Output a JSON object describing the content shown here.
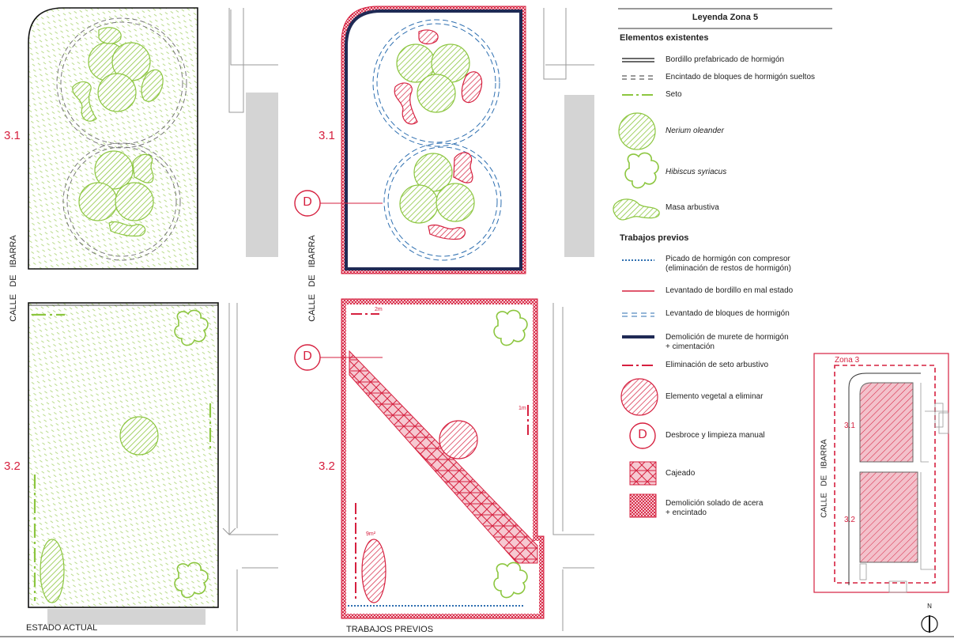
{
  "colors": {
    "red": "#d6203f",
    "navy": "#1f2a55",
    "green": "#8cc63f",
    "blue": "#2e6fb0",
    "gray": "#c8c8c8",
    "text": "#222222"
  },
  "plans": {
    "left_caption": "ESTADO ACTUAL",
    "right_caption": "TRABAJOS PREVIOS",
    "street": "CALLE   DE   IBARRA",
    "zone_31": "3.1",
    "zone_32": "3.2",
    "desbroce_marker": "D",
    "dim_2m": "2m",
    "dim_1m": "1m",
    "dim_9m2": "9m²"
  },
  "legend": {
    "title": "Leyenda Zona 5",
    "existing_heading": "Elementos existentes",
    "existing": [
      {
        "symbol": "double-line",
        "label": "Bordillo prefabricado de hormigón"
      },
      {
        "symbol": "dashed-double-line",
        "label": "Encintado de bloques de hormigón sueltos"
      },
      {
        "symbol": "green-dashdot-line",
        "label": "Seto"
      },
      {
        "symbol": "tree-circle",
        "label": "Nerium oleander"
      },
      {
        "symbol": "hibiscus-shrub",
        "label": "Hibiscus syriacus"
      },
      {
        "symbol": "shrub-mass",
        "label": "Masa arbustiva"
      }
    ],
    "works_heading": "Trabajos previos",
    "works": [
      {
        "symbol": "blue-dotted-line",
        "label": "Picado de hormigón con compresor",
        "label2": "(eliminación de restos de hormigón)"
      },
      {
        "symbol": "red-line",
        "label": "Levantado de bordillo en mal estado"
      },
      {
        "symbol": "blue-dashed-line",
        "label": "Levantado de bloques de hormigón"
      },
      {
        "symbol": "navy-thick-line",
        "label": "Demolición de murete de hormigón",
        "label2": "+ cimentación"
      },
      {
        "symbol": "red-dashdot-line",
        "label": "Eliminación de seto arbustivo"
      },
      {
        "symbol": "red-circle",
        "label": "Elemento vegetal a eliminar"
      },
      {
        "symbol": "d-circle",
        "label": "Desbroce y limpieza manual",
        "marker": "D"
      },
      {
        "symbol": "crosshatch-square",
        "label": "Cajeado"
      },
      {
        "symbol": "dense-hatch-square",
        "label": "Demolición solado de acera",
        "label2": "+ encintado"
      }
    ]
  },
  "key_plan": {
    "zone_label": "Zona 3",
    "label_31": "3.1",
    "label_32": "3.2",
    "street": "CALLE   DE   IBARRA",
    "north": "N"
  }
}
